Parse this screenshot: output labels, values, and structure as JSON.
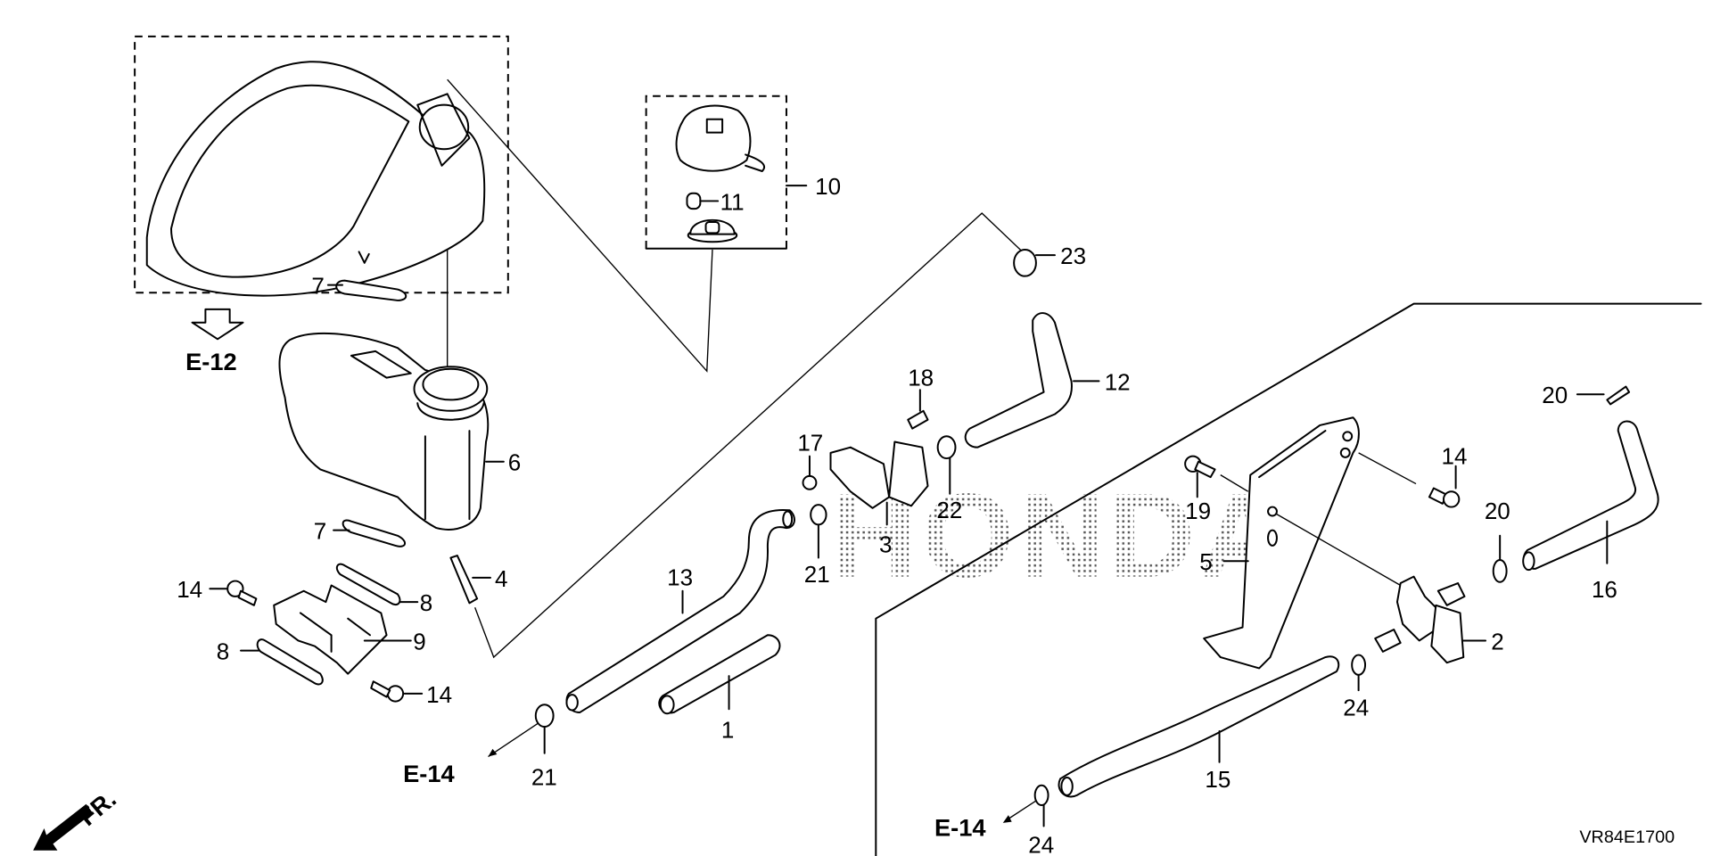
{
  "diagram": {
    "code": "VR84E1700",
    "watermark": "HONDA",
    "direction_label": "FR.",
    "refs": {
      "e12": "E-12",
      "e14_left": "E-14",
      "e14_right": "E-14"
    },
    "callouts": {
      "p1": "1",
      "p2": "2",
      "p3": "3",
      "p4": "4",
      "p5": "5",
      "p6": "6",
      "p7a": "7",
      "p7b": "7",
      "p8a": "8",
      "p8b": "8",
      "p9": "9",
      "p10": "10",
      "p11": "11",
      "p12": "12",
      "p13": "13",
      "p14a": "14",
      "p14b": "14",
      "p14c": "14",
      "p15": "15",
      "p16": "16",
      "p17": "17",
      "p18": "18",
      "p19": "19",
      "p20a": "20",
      "p20b": "20",
      "p21a": "21",
      "p21b": "21",
      "p22": "22",
      "p23": "23",
      "p24a": "24",
      "p24b": "24"
    }
  }
}
